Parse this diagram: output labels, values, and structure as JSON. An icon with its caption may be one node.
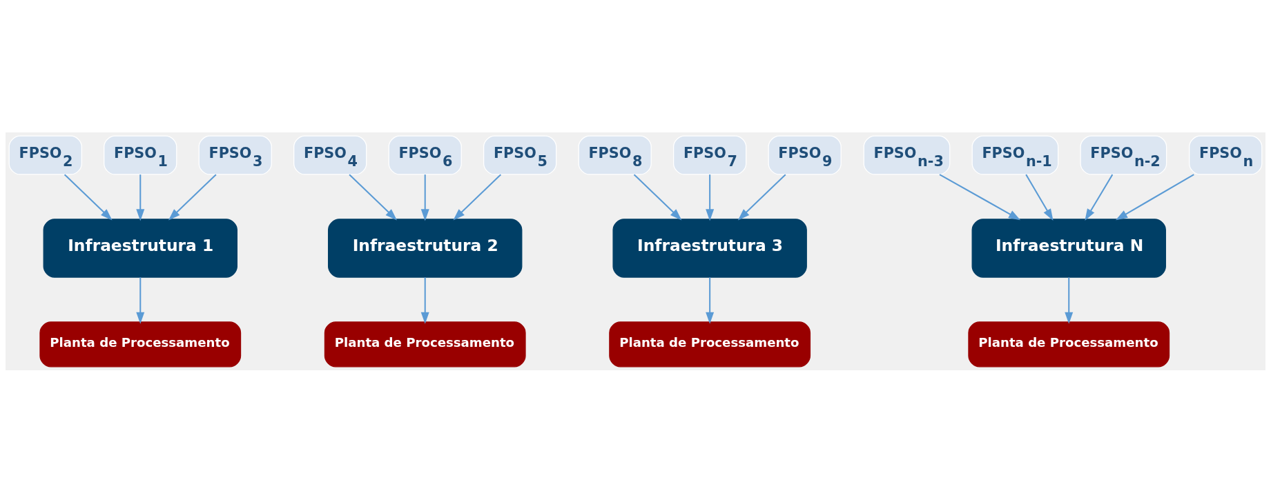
{
  "diagram": {
    "nodes": [
      {
        "text": [
          "FPSO$_{2}$"
        ]
      },
      {
        "text": [
          "Planta de Processamento"
        ]
      },
      {
        "text": [
          "FPSO$_{8}$"
        ]
      },
      {
        "text": [
          "Planta de Processamento"
        ]
      },
      {
        "text": [
          "FPSO$_{1}$"
        ]
      },
      {
        "text": [
          "FPSO$_{3}$"
        ]
      },
      {
        "text": [
          "FPSO$_{7}$"
        ]
      },
      {
        "text": [
          "FPSO$_{9}$"
        ]
      },
      {
        "text": [
          "Infraestrutura 1"
        ]
      },
      {
        "text": [
          "Infraestrutura 2"
        ]
      },
      {
        "text": [
          "Infraestrutura 3"
        ]
      },
      {
        "text": [
          "Infraestrutura N"
        ]
      },
      {
        "text": [
          "FPSO$_{4}$"
        ]
      },
      {
        "text": [
          "FPSO$_{6}$"
        ]
      },
      {
        "text": [
          "FPSO$_{n-3}$"
        ]
      },
      {
        "text": [
          "FPSO$_{n-1}$"
        ]
      },
      {
        "text": [
          "FPSO$_{5}$"
        ]
      },
      {
        "text": [
          "FPSO$_{n-2}$"
        ]
      },
      {
        "text": [
          "FPSO$_{n}$"
        ]
      },
      {
        "text": [
          "Planta de Processamento"
        ]
      },
      {
        "text": [
          "Planta de Processamento"
        ]
      }
    ],
    "edges": [
      {
        "from": 4,
        "to": 8,
        "arrow": "to"
      },
      {
        "from": 0,
        "to": 8,
        "arrow": "to"
      },
      {
        "from": 5,
        "to": 8,
        "arrow": "to"
      },
      {
        "from": 8,
        "to": 19,
        "arrow": "to"
      },
      {
        "from": 12,
        "to": 9,
        "arrow": "to"
      },
      {
        "from": 16,
        "to": 9,
        "arrow": "to"
      },
      {
        "from": 13,
        "to": 9,
        "arrow": "to"
      },
      {
        "from": 9,
        "to": 1,
        "arrow": "to"
      },
      {
        "from": 6,
        "to": 10,
        "arrow": "to"
      },
      {
        "from": 2,
        "to": 10,
        "arrow": "to"
      },
      {
        "from": 7,
        "to": 10,
        "arrow": "to"
      },
      {
        "from": 10,
        "to": 20,
        "arrow": "to"
      },
      {
        "from": 14,
        "to": 11,
        "arrow": "to"
      },
      {
        "from": 17,
        "to": 11,
        "arrow": "to"
      },
      {
        "from": 15,
        "to": 11,
        "arrow": "to"
      },
      {
        "from": 18,
        "to": 11,
        "arrow": "to"
      },
      {
        "from": 11,
        "to": 3,
        "arrow": "to"
      }
    ]
  }
}
